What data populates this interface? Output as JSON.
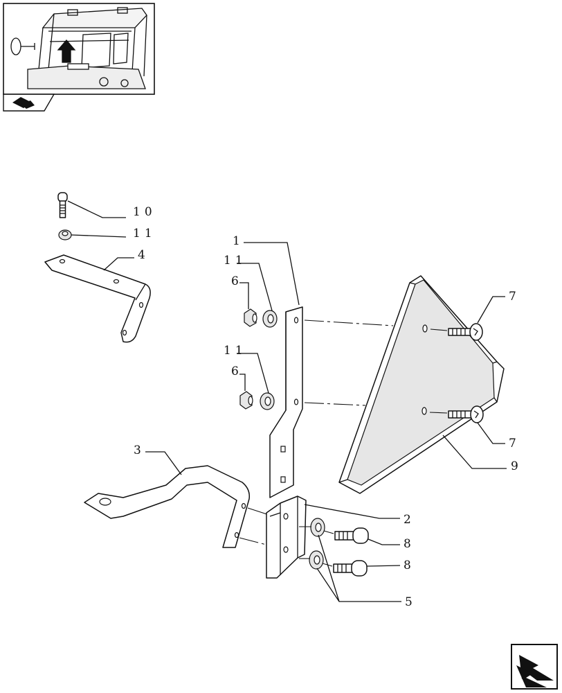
{
  "callouts": {
    "c1": "1",
    "c2": "2",
    "c3": "3",
    "c4": "4",
    "c5": "5",
    "c6a": "6",
    "c6b": "6",
    "c7a": "7",
    "c7b": "7",
    "c8a": "8",
    "c8b": "8",
    "c9": "9",
    "c10": "10",
    "c11a": "11",
    "c11b": "11",
    "c11c": "11"
  },
  "icons": {
    "locator": "tractor-cab-locator-icon",
    "reference": "reference-arrow-icon",
    "navigation": "next-page-arrow-icon"
  },
  "colors": {
    "ink": "#111111",
    "background": "#ffffff"
  }
}
